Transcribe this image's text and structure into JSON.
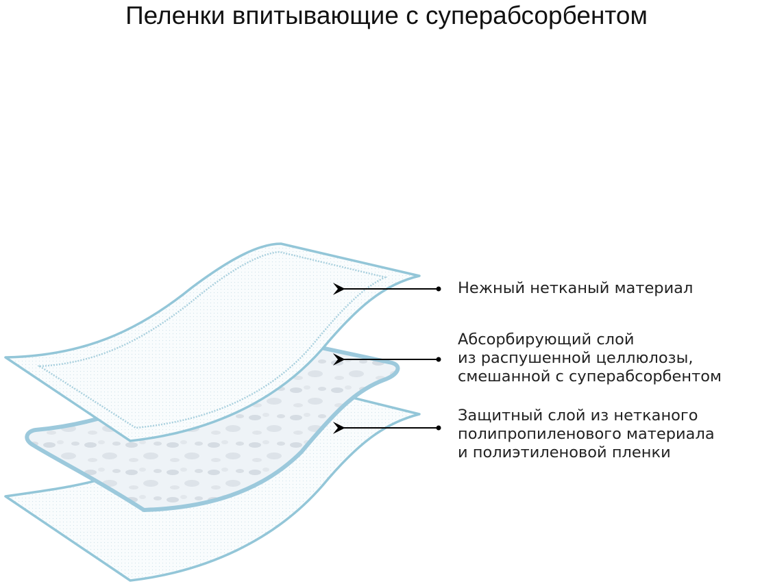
{
  "title": "Пеленки впитывающие с суперабсорбентом",
  "layers": [
    {
      "name": "top",
      "lines": [
        "Нежный нетканый материал"
      ]
    },
    {
      "name": "absorbent",
      "lines": [
        "Абсорбирующий слой",
        "из распушенной целлюлозы,",
        "смешанной с суперабсорбентом"
      ]
    },
    {
      "name": "protective",
      "lines": [
        "Защитный слой из нетканого",
        "полипропиленового материала",
        "и полиэтиленовой пленки"
      ]
    }
  ],
  "colors": {
    "outline": "#93c6d8",
    "absorbent_fill": "#e3ecf3",
    "sheet_fill": "#f8fcfd",
    "arrow": "#000000"
  }
}
